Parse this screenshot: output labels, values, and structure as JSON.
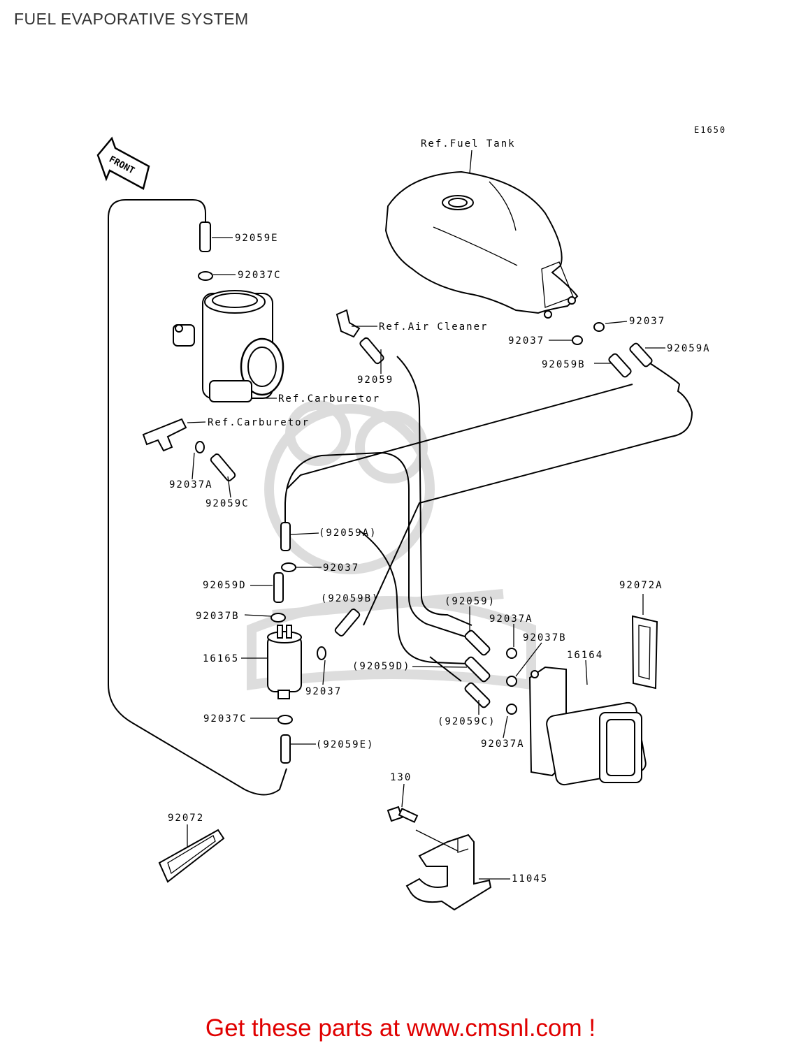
{
  "header": {
    "title": "FUEL EVAPORATIVE SYSTEM"
  },
  "diagram": {
    "code": "E1650",
    "front_label": "FRONT",
    "labels": {
      "ref_fuel_tank": "Ref.Fuel Tank",
      "ref_air_cleaner": "Ref.Air Cleaner",
      "ref_carburetor_1": "Ref.Carburetor",
      "ref_carburetor_2": "Ref.Carburetor",
      "p92059E": "92059E",
      "p92037C": "92037C",
      "p92037_tank_a": "92037",
      "p92037_tank_b": "92037",
      "p92059A": "92059A",
      "p92059B": "92059B",
      "p92059": "92059",
      "p92037A_left": "92037A",
      "p92059C": "92059C",
      "p92059A_paren": "(92059A)",
      "p92037_mid": "92037",
      "p92059D": "92059D",
      "p92059B_paren": "(92059B)",
      "p92037B_left": "92037B",
      "p16165": "16165",
      "p92059D_paren": "(92059D)",
      "p92037_low": "92037",
      "p92037C_low": "92037C",
      "p92059E_paren": "(92059E)",
      "p92059_paren": "(92059)",
      "p92037A_right": "92037A",
      "p92037B_right": "92037B",
      "p16164": "16164",
      "p92072A": "92072A",
      "p92059C_paren": "(92059C)",
      "p92037A_right_low": "92037A",
      "p130": "130",
      "p92072": "92072",
      "p11045": "11045"
    }
  },
  "footer": {
    "cta": "Get these parts at www.cmsnl.com !"
  }
}
